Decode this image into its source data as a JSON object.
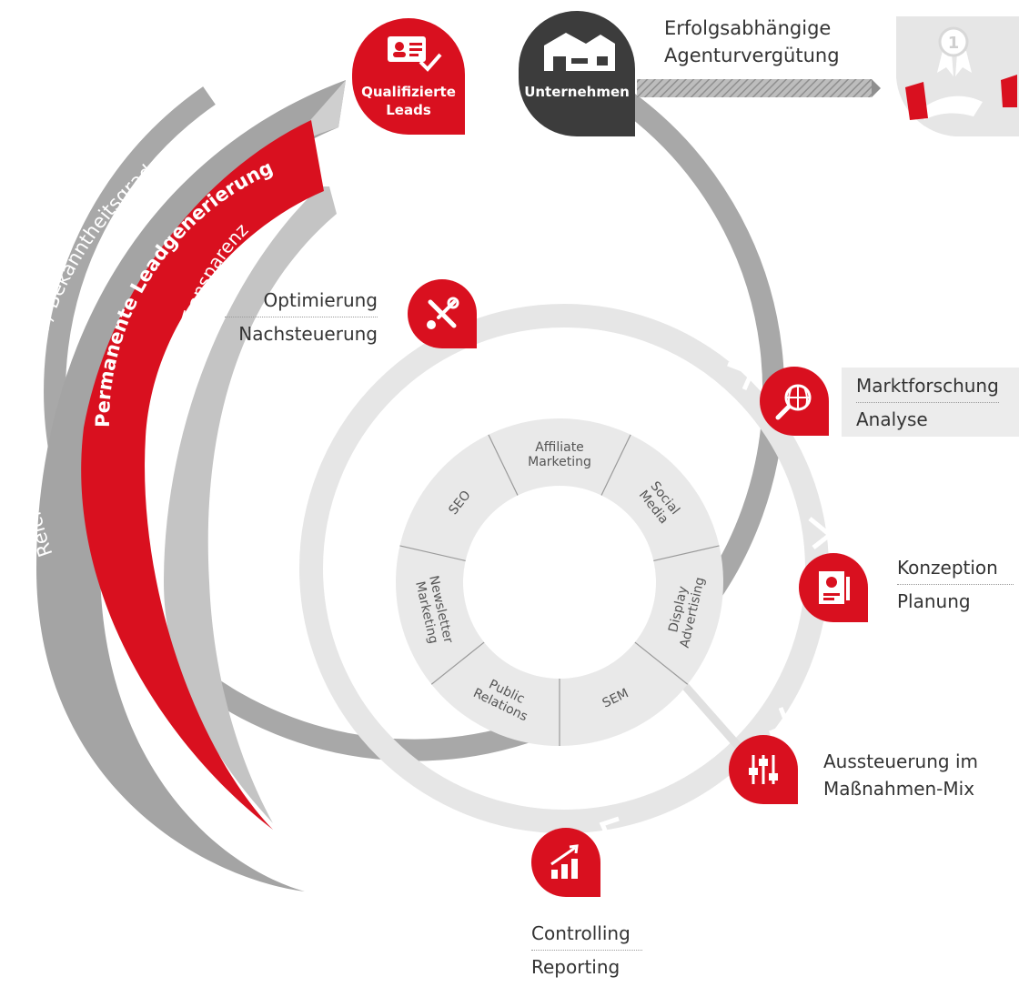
{
  "outer_arc": {
    "text": "Reichweite / Marktanteil / Bekanntheitsgrad"
  },
  "red_arc": {
    "text": "Permanente Leadgenerierung"
  },
  "inner_arc": {
    "text": "Transparenz"
  },
  "top": {
    "leads_badge": {
      "line1": "Qualifizierte",
      "line2": "Leads"
    },
    "company_badge": {
      "label": "Unternehmen"
    },
    "compensation": {
      "line1": "Erfolgsabhängige",
      "line2": "Agenturvergütung"
    },
    "award_badge": {
      "number": "1"
    }
  },
  "process_steps": [
    {
      "line1": "Optimierung",
      "line2": "Nachsteuerung",
      "icon": "tools-icon"
    },
    {
      "line1": "Marktforschung",
      "line2": "Analyse",
      "icon": "globe-search-icon"
    },
    {
      "line1": "Konzeption",
      "line2": "Planung",
      "icon": "document-plan-icon"
    },
    {
      "line1": "Aussteuerung im",
      "line2": "Maßnahmen-Mix",
      "icon": "sliders-icon"
    },
    {
      "line1": "Controlling",
      "line2": "Reporting",
      "icon": "chart-growth-icon"
    }
  ],
  "channels": [
    "Affiliate Marketing",
    "Social Media",
    "Display Advertising",
    "SEM",
    "Public Relations",
    "Newsletter Marketing",
    "SEO"
  ],
  "colors": {
    "red": "#d9101f",
    "dark": "#3c3c3c",
    "grey_band": "#a8a8a8",
    "light_band": "#e6e6e6",
    "text": "#333333"
  }
}
